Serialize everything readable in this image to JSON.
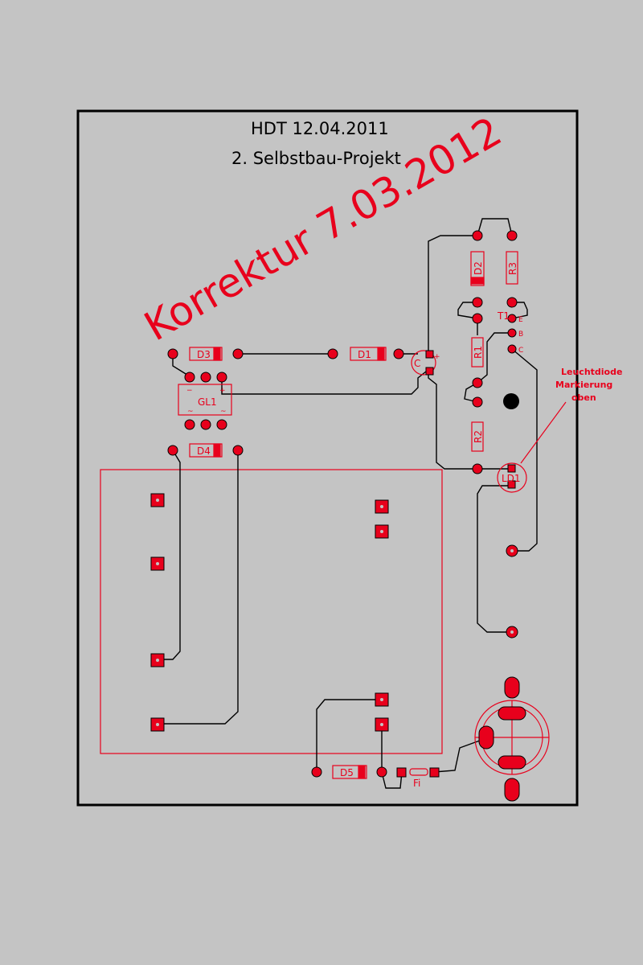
{
  "title_line1": "HDT  12.04.2011",
  "title_line2": "2. Selbstbau-Projekt",
  "correction_stamp": "Korrektur 7.03.2012",
  "components": {
    "d1": "D1",
    "d2": "D2",
    "d3": "D3",
    "d4": "D4",
    "d5": "D5",
    "r1": "R1",
    "r2": "R2",
    "r3": "R3",
    "gl1": "GL1",
    "t1": "T1",
    "ld1": "LD1",
    "fuse": "Fi",
    "cap": "C"
  },
  "pin_labels": {
    "emitter": "E",
    "base": "B",
    "collector": "C",
    "minus": "−",
    "plus": "+",
    "ac_left": "~",
    "ac_right": "~",
    "cap_plus": "+"
  },
  "annotation": {
    "line1": "Leuchtdiode",
    "line2": "Markierung",
    "line3": "oben"
  },
  "colors": {
    "background": "#c4c4c4",
    "trace": "#000000",
    "pad": "#e8001c",
    "silkscreen": "#e8001c"
  }
}
